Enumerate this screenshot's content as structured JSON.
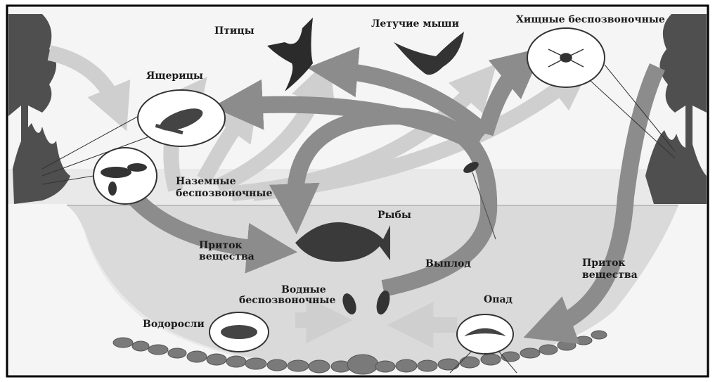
{
  "labels": {
    "birds": "Птицы",
    "bats": "Летучие мыши",
    "predatory_invertebrates": "Хищные беспозвоночные",
    "lizards": "Ящерицы",
    "terrestrial_invertebrates_1": "Наземные",
    "terrestrial_invertebrates_2": "беспозвоночные",
    "fish": "Рыбы",
    "inflow_left_1": "Приток",
    "inflow_left_2": "вещества",
    "emergence": "Выплод",
    "inflow_right_1": "Приток",
    "inflow_right_2": "вещества",
    "aquatic_invertebrates_1": "Водные",
    "aquatic_invertebrates_2": "беспозвоночные",
    "litter": "Опад",
    "algae": "Водоросли"
  },
  "colors": {
    "sky": "#f4f4f4",
    "water": "#dcdcdc",
    "arrow_dark": "#8c8c8c",
    "arrow_light": "#cfcfcf",
    "vegetation": "#5a5a5a",
    "pebbles": "#7a7a7a",
    "border": "#000000"
  }
}
